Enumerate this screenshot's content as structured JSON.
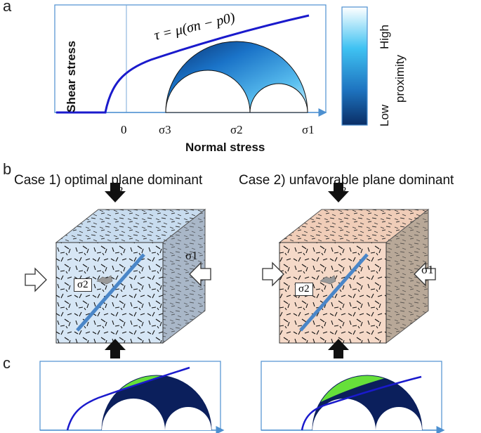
{
  "panels": {
    "a": {
      "label": "a",
      "ylabel": "Shear stress",
      "xlabel": "Normal stress",
      "zero": "0",
      "sigma3": "σ3",
      "sigma2": "σ2",
      "sigma1": "σ1",
      "equation": "τ = μ(σn − p0)",
      "colorbar": {
        "high": "High",
        "low": "Low",
        "title": "proximity",
        "top_color": "#ffffff",
        "bottom_color": "#0a3a7a"
      }
    },
    "b": {
      "label": "b",
      "case1_title": "Case 1) optimal plane dominant",
      "case2_title": "Case 2) unfavorable plane dominant",
      "sigma3": "σ3",
      "sigma1": "σ1",
      "sigma2": "σ2",
      "case1_color": "#d6e6f5",
      "case2_color": "#f5d9c8"
    },
    "c": {
      "label": "c",
      "circle_color": "#0b1f5c",
      "overlap_color": "#66e03a",
      "envelope_color": "#1a1acc"
    }
  }
}
